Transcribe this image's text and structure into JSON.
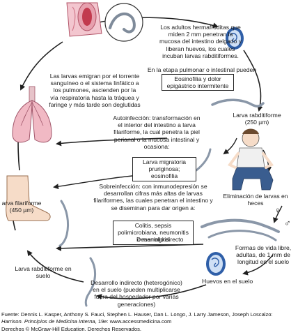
{
  "labels": {
    "adults_text": "Los adultos hermafroditas que miden 2 mm penetran la mucosa del intestino delgado y liberan huevos, los cuales incuban larvas rabditiformes.",
    "stage_text": "En la etapa pulmonar o intestinal pueden producir:",
    "box_eosinophilia": "Eosinofilia y dolor epigástrico intermitente",
    "larvae_migrate": "Las larvas emigran por el torrente sanguíneo o el sistema linfático a los pulmones, ascienden por la vía respiratoria hasta la tráquea y faringe y más tarde son deglutidas",
    "rhabditiform_larva": "Larva rabditiforme (250 µm)",
    "autoinfection": "Autoinfección: transformación en el interior del intestino a larva filariforme, la cual penetra la piel perianal o la mucosa intestinal y ocasiona:",
    "box_migratory": "Larva migratoria pruriginosa; eosinofilia",
    "elimination": "Eliminación de larvas en heces",
    "superinfection": "Sobreinfección: con inmunodepresión se desarrollan cifras más altas de larvas filariformes, las cuales penetran el intestino y se diseminan para dar origen a:",
    "box_colitis": "Colitis, sepsis polimicrobiana, neumonitis o meningitis",
    "filariform_larva": "arva filariforme (450 µm)",
    "free_living": "Formas de vida libre, adultas, de 1 mm de longitud en el suelo",
    "direct_dev": "Desarrollo directo",
    "rhabditiform_soil": "Larva rabditiforme en suelo",
    "eggs_soil": "Huevos en el suelo",
    "indirect_dev": "Desarrollo indirecto (heterogónico) en el suelo (pueden multiplicarse fuera del hospedador por varias generaciones)",
    "female_symbol": "♀",
    "male_symbol": "♂"
  },
  "source": {
    "line1": "Fuente: Dennis L. Kasper, Anthony S. Fauci, Stephen L. Hauser, Dan L. Longo, J. Larry Jameson, Joseph Loscalzo:",
    "line2_title": "Harrison. Principios de Medicina Interna",
    "line2_rest": ", 19e: www.accessmedicina.com",
    "line3": "Derechos © McGraw-Hill Education. Derechos Reservados."
  },
  "colors": {
    "arrow": "#1f1f1f",
    "egg_blue": "#2f5fa8",
    "egg_light": "#cfe0f5",
    "worm": "#8a97a8",
    "tissue_pink": "#f3c6cf",
    "tissue_red": "#c23a4e",
    "skin": "#f6dcc8",
    "lung_pink": "#f1b9c4",
    "person_shirt": "#f0f0f0",
    "person_pants": "#3a5d8f"
  }
}
